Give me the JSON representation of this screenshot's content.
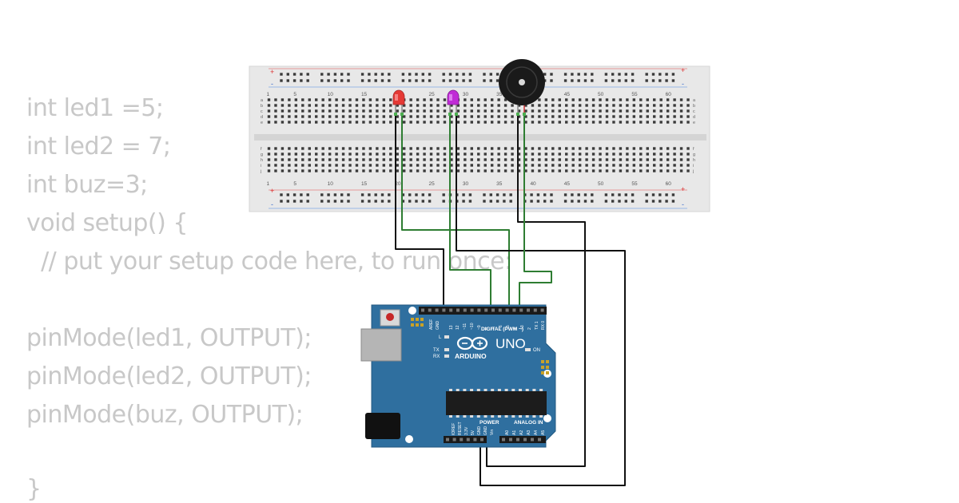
{
  "code_lines": [
    "int led1 =5;",
    "int led2 = 7;",
    "int buz=3;",
    "void setup() {",
    "  // put your setup code here, to run once:",
    "pinMode(led1, OUTPUT);",
    "pinMode(led2, OUTPUT);",
    "pinMode(buz, OUTPUT);",
    "}"
  ],
  "breadboard": {
    "column_numbers": [
      "1",
      "5",
      "10",
      "15",
      "20",
      "25",
      "30",
      "35",
      "40",
      "45",
      "50",
      "55",
      "60"
    ],
    "row_letters_top": [
      "a",
      "b",
      "c",
      "d",
      "e"
    ],
    "row_letters_bottom": [
      "f",
      "g",
      "h",
      "i",
      "j"
    ],
    "rail_plus": "+",
    "rail_minus": "-"
  },
  "components": {
    "led_red": {
      "color": "#e53935"
    },
    "led_purple": {
      "color": "#c02bd6"
    },
    "buzzer": {
      "color": "#1a1a1a"
    }
  },
  "arduino": {
    "brand": "ARDUINO",
    "model": "UNO",
    "digital_label": "DIGITAL (PWM ~)",
    "power_label": "POWER",
    "analog_label": "ANALOG IN",
    "on_label": "ON",
    "l_label": "L",
    "tx_label": "TX",
    "rx_label": "RX",
    "aref_label": "AREF",
    "gnd_label": "GND",
    "top_pins": [
      "13",
      "12",
      "~11",
      "~10",
      "~9",
      "8",
      "7",
      "~6",
      "~5",
      "4",
      "~3",
      "2",
      "TX 1",
      "RX 0"
    ],
    "power_pins": [
      "IOREF",
      "RESET",
      "3.3V",
      "5V",
      "GND",
      "GND",
      "Vin"
    ],
    "analog_pins": [
      "A0",
      "A1",
      "A2",
      "A3",
      "A4",
      "A5"
    ],
    "board_color": "#2f6f9f"
  },
  "wires": {
    "black": "#111111",
    "green": "#2e7d32"
  }
}
